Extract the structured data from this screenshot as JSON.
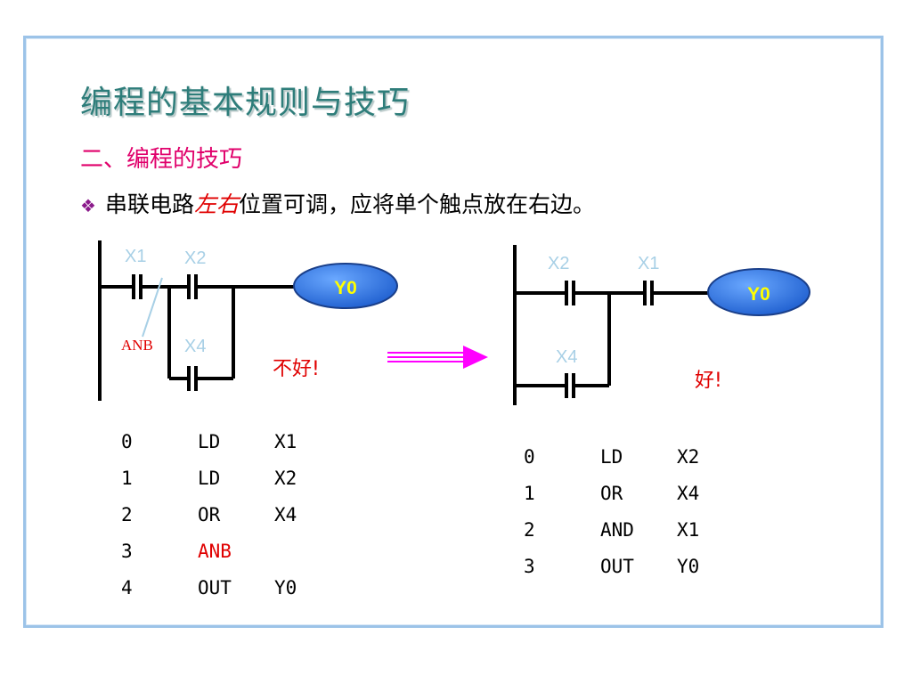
{
  "title": "编程的基本规则与技巧",
  "subtitle": "二、编程的技巧",
  "bullet": {
    "part1": "串联电路",
    "emphasis": "左右",
    "part2": "位置可调，应将单个触点放在右边。"
  },
  "left_diagram": {
    "contacts": {
      "c1": "X1",
      "c2": "X2",
      "c3": "X4"
    },
    "coil": "Y0",
    "annotation": "ANB",
    "verdict": "不好!"
  },
  "right_diagram": {
    "contacts": {
      "c1": "X2",
      "c2": "X1",
      "c3": "X4"
    },
    "coil": "Y0",
    "verdict": "好!"
  },
  "left_program": [
    {
      "step": "0",
      "op": "LD",
      "arg": "X1"
    },
    {
      "step": "1",
      "op": "LD",
      "arg": "X2"
    },
    {
      "step": "2",
      "op": "OR",
      "arg": "X4"
    },
    {
      "step": "3",
      "op": "ANB",
      "arg": "",
      "highlight": true
    },
    {
      "step": "4",
      "op": "OUT",
      "arg": "Y0"
    }
  ],
  "right_program": [
    {
      "step": "0",
      "op": "LD",
      "arg": "X2"
    },
    {
      "step": "1",
      "op": "OR",
      "arg": "X4"
    },
    {
      "step": "2",
      "op": "AND",
      "arg": "X1"
    },
    {
      "step": "3",
      "op": "OUT",
      "arg": "Y0"
    }
  ],
  "colors": {
    "title": "#2e7d7a",
    "subtitle": "#e0006b",
    "contact_label": "#a8d0e6",
    "coil_fill": "#1f6fd6",
    "coil_text": "#ffff00",
    "arrow": "#ff00ff",
    "warning_text": "#e00000"
  }
}
